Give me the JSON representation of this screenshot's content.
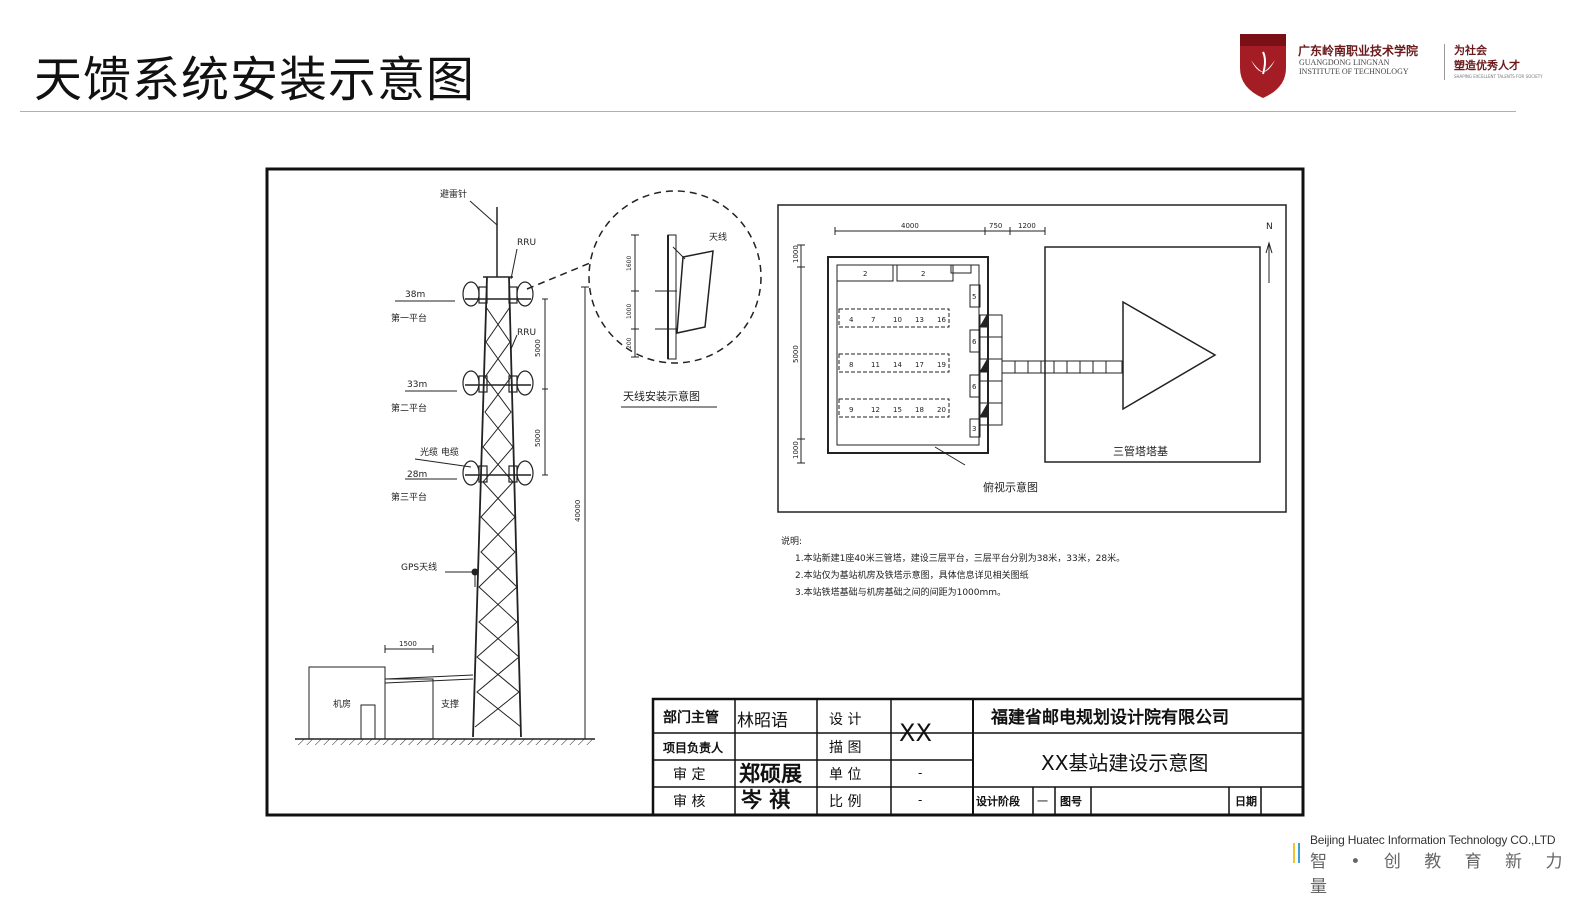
{
  "slide": {
    "title": "天馈系统安装示意图"
  },
  "logo": {
    "name_cn": "广东岭南职业技术学院",
    "name_en_line1": "GUANGDONG LINGNAN",
    "name_en_line2": "INSTITUTE OF TECHNOLOGY",
    "motto_line1": "为社会",
    "motto_line2": "塑造优秀人才",
    "motto_en": "SHAPING EXCELLENT TALENTS FOR SOCIETY"
  },
  "drawing": {
    "tower": {
      "lightning_rod": "避雷针",
      "rru_top": "RRU",
      "rru_mid": "RRU",
      "platform1_height": "38m",
      "platform1_name": "第一平台",
      "platform2_height": "33m",
      "platform2_name": "第二平台",
      "cable_label": "光缆 电缆",
      "platform3_height": "28m",
      "platform3_name": "第三平台",
      "gps_label": "GPS天线",
      "dim_5000_a": "5000",
      "dim_5000_b": "5000",
      "dim_total": "40000",
      "dim_1500": "1500",
      "machine_room": "机房",
      "support": "支撑"
    },
    "antenna_detail": {
      "antenna_label": "天线",
      "dim_a": "1600",
      "dim_b": "1000",
      "dim_c": "200",
      "caption": "天线安装示意图"
    },
    "plan_view": {
      "dim_4000": "4000",
      "dim_750": "750",
      "dim_1200": "1200",
      "dim_v1": "1000",
      "dim_v2": "5000",
      "dim_v3": "1000",
      "north": "N",
      "box_labels": [
        "2",
        "2",
        "5",
        "6",
        "6",
        "3"
      ],
      "row1": [
        "4",
        "7",
        "10",
        "13",
        "16"
      ],
      "row2": [
        "8",
        "11",
        "14",
        "17",
        "19"
      ],
      "row3": [
        "9",
        "12",
        "15",
        "18",
        "20"
      ],
      "tower_base": "三管塔塔基",
      "caption": "俯视示意图"
    },
    "notes": {
      "heading": "说明:",
      "lines": [
        "1.本站新建1座40米三管塔，建设三层平台，三层平台分别为38米，33米，28米。",
        "2.本站仅为基站机房及铁塔示意图，具体信息详见相关图纸",
        "3.本站铁塔基础与机房基础之间的间距为1000mm。"
      ]
    },
    "title_block": {
      "dept_head_label": "部门主管",
      "dept_head_value": "林昭语",
      "design_label": "设  计",
      "design_value": "XX",
      "company": "福建省邮电规划设计院有限公司",
      "project_lead_label": "项目负责人",
      "drawing_label": "描  图",
      "approve_label": "审  定",
      "approve_value": "郑硕展",
      "unit_label": "单  位",
      "unit_value": "-",
      "drawing_title": "XX基站建设示意图",
      "review_label": "审  核",
      "review_value": "岑  祺",
      "scale_label": "比  例",
      "scale_value": "-",
      "stage_label": "设计阶段",
      "stage_value": "一",
      "number_label": "图号",
      "date_label": "日期"
    }
  },
  "footer": {
    "company": "Beijing Huatec Information Technology CO.,LTD",
    "slogan": "智 • 创 教 育 新 力 量"
  }
}
